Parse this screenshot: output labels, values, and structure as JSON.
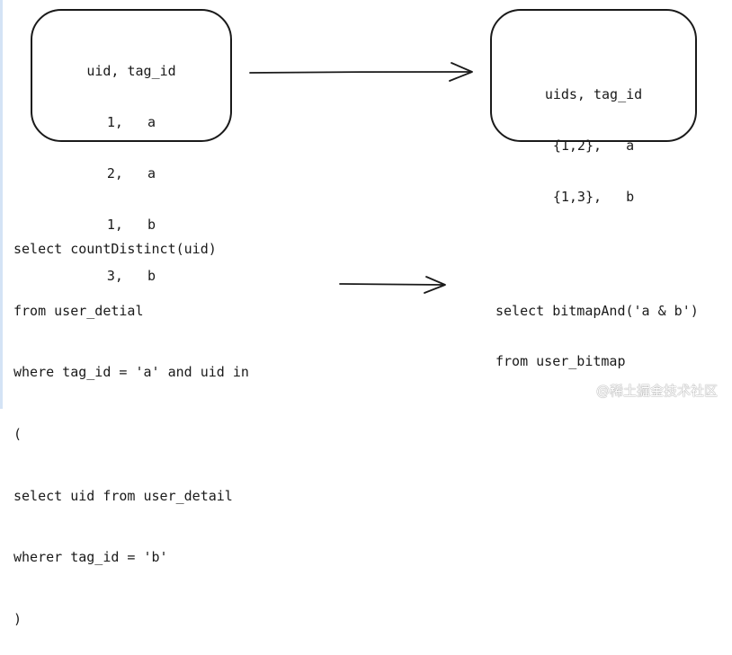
{
  "diagram": {
    "source_table": {
      "lines": [
        "uid, tag_id",
        "1,   a",
        "2,   a",
        "1,   b",
        "3,   b"
      ]
    },
    "bitmap_table": {
      "lines": [
        "uids, tag_id",
        "{1,2},   a",
        "{1,3},   b"
      ]
    },
    "sql_subquery": {
      "lines": [
        "select countDistinct(uid)",
        "from user_detial",
        "where tag_id = 'a' and uid in",
        "(",
        "select uid from user_detail",
        "wherer tag_id = 'b'",
        ")"
      ]
    },
    "sql_bitmap": {
      "lines": [
        "select bitmapAnd('a & b')",
        "from user_bitmap"
      ]
    },
    "colors": {
      "stroke": "#1a1a1a",
      "background": "#ffffff",
      "left_strip": "#d4e3f5"
    }
  },
  "watermark": {
    "text": "@稀土掘金技术社区"
  }
}
